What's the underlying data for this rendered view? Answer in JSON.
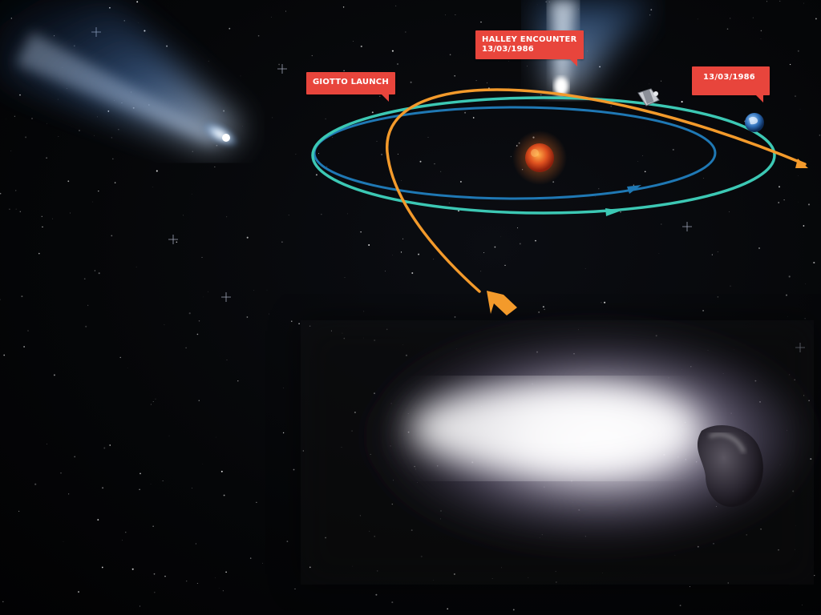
{
  "callouts": {
    "launch": {
      "label": "GIOTTO LAUNCH"
    },
    "encounter": {
      "title": "HALLEY ENCOUNTER",
      "date": "13/03/1986"
    },
    "earth": {
      "label": "13/03/1986"
    }
  },
  "colors": {
    "callout_bg": "#e8453c",
    "earth_orbit": "#1f78b4",
    "halley_orbit": "#3cc8b4",
    "giotto_trajectory": "#f39a2b",
    "sun": "#e0521f",
    "background": "#050608"
  },
  "objects": {
    "sun": "sun-icon",
    "earth": "earth-icon",
    "spacecraft": "giotto-spacecraft-icon",
    "nucleus": "halley-nucleus-image",
    "comets": [
      "comet-image-top-left",
      "comet-image-top-center"
    ]
  }
}
